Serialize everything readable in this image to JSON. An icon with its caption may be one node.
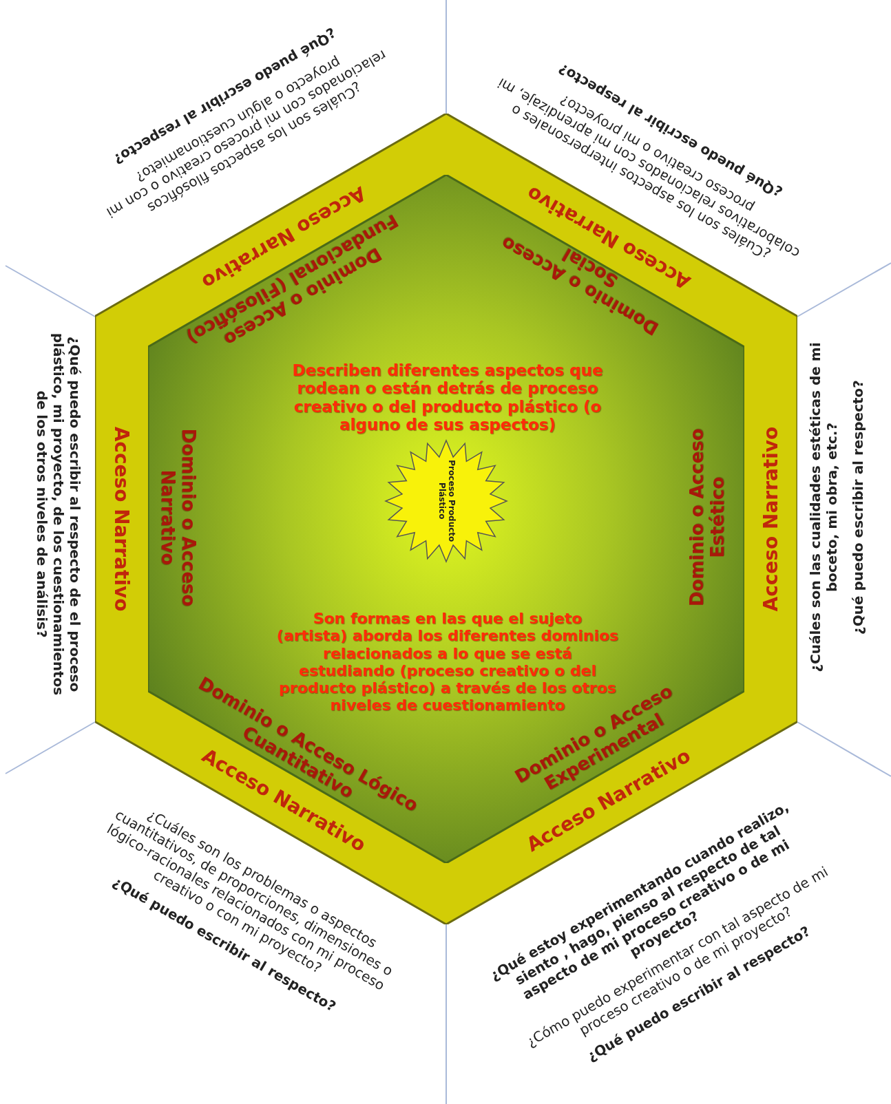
{
  "diagram": {
    "nodes": [
      {
        "text": [
          "Acceso Narrativo",
          "Acceso Narrativo",
          "Acceso Narrativo",
          "Acceso Narrativo",
          "Acceso Narrativo",
          "Acceso Narrativo"
        ]
      },
      {
        "text": [
          "Dominio o Acceso Fundacional (Filosófico)",
          "Dominio o Acceso Social",
          "Describen diferentes aspectos que rodean o están detrás de proceso creativo o del producto plástico (o alguno de sus aspectos)",
          "Dominio o Acceso Narrativo",
          "Dominio o Acceso Estético",
          "Son formas en las que el sujeto (artista) aborda los diferentes dominios relacionados a lo que se está estudiando (proceso creativo o del producto plástico) a través de los otros niveles de cuestionamiento",
          "Dominio o Acceso Lógico Cuantitativo",
          "Dominio o Acceso Experimental"
        ],
        "in": 0
      },
      {
        "text": [
          "Proceso Producto Plástico"
        ],
        "in": 1
      }
    ],
    "labels": [
      "¿Cuáles son los aspectos filosóficos relacionados con mi proceso creativo o con mi proyecto o algún cuestionamieto?",
      "¿Qué puedo escribir al respecto?",
      "¿Cuáles son los aspectos interpersonales o colaborativos relacionados con mi aprendizaje, mi proceso creativo o mi proyecto?",
      "¿Qué puedo escribir al respecto?",
      "¿Qué puedo escribir al respecto de el proceso plástico, mi proyecto, de los cuestionamientos de los otros niveles de análisis?",
      "¿Cuáles son las cualidades estéticas de mi boceto, mi obra, etc.?",
      "¿Qué puedo escribir al respecto?",
      "¿Cuáles son los problemas o aspectos cuantitativos, de proporciones, dimensiones o lógico-racionales relacionados con mi proceso creativo o con mi proyecto?",
      "¿Qué puedo escribir al respecto?",
      "¿Qué estoy experimentando cuando realizo, siento , hago, pienso al respecto de tal aspecto de mi proceso creativo o de mi proyecto?",
      "¿Cómo puedo experimentar con tal aspecto de mi proceso creativo o de mi proyecto?",
      "¿Qué puedo escribir al respecto?"
    ]
  }
}
